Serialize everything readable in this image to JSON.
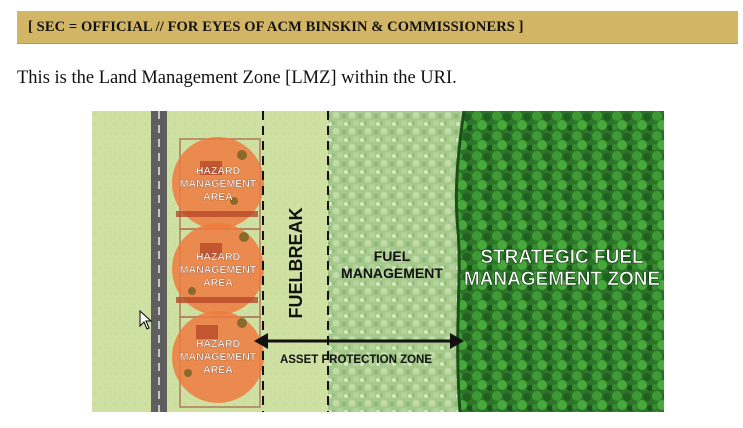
{
  "banner": {
    "text": "[ SEC = OFFICIAL // FOR EYES OF ACM BINSKIN & COMMISSIONERS ]"
  },
  "intro": {
    "text": "This is the Land Management Zone [LMZ] within the URI."
  },
  "diagram": {
    "hazard_area_1": [
      "HAZARD",
      "MANAGEMENT",
      "AREA"
    ],
    "hazard_area_2": [
      "HAZARD",
      "MANAGEMENT",
      "AREA"
    ],
    "hazard_area_3": [
      "HAZARD",
      "MANAGEMENT",
      "AREA"
    ],
    "fuelbreak": "FUELBREAK",
    "fuel_management": [
      "FUEL",
      "MANAGEMENT"
    ],
    "strategic_zone": [
      "STRATEGIC FUEL",
      "MANAGEMENT ZONE"
    ],
    "asset_protection": "ASSET PROTECTION ZONE",
    "colors": {
      "banner": "#d3b566",
      "grass": "#cfe0a3",
      "hazard_circle": "#ee7a40",
      "road": "#606060",
      "fuel_mgmt": "#a9cc8c",
      "strategic": "#2c7a2a"
    }
  }
}
